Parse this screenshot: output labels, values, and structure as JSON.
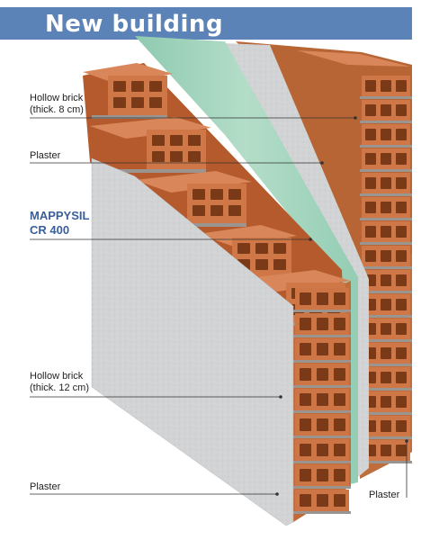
{
  "header": {
    "title": "New building"
  },
  "colors": {
    "header_bg": "#5b83b8",
    "brick": "#c86b3c",
    "plaster": "#d2d3d4",
    "membrane": "#a9d6c0",
    "mortar": "#9a9590",
    "label_accent": "#3a5f9a"
  },
  "labels": {
    "hollow_brick_thin_line1": "Hollow brick",
    "hollow_brick_thin_line2": "(thick. 8 cm)",
    "plaster_top": "Plaster",
    "membrane_line1": "MAPPYSIL",
    "membrane_line2": "CR 400",
    "hollow_brick_thick_line1": "Hollow brick",
    "hollow_brick_thick_line2": "(thick. 12 cm)",
    "plaster_bottom_left": "Plaster",
    "plaster_bottom_right": "Plaster"
  }
}
